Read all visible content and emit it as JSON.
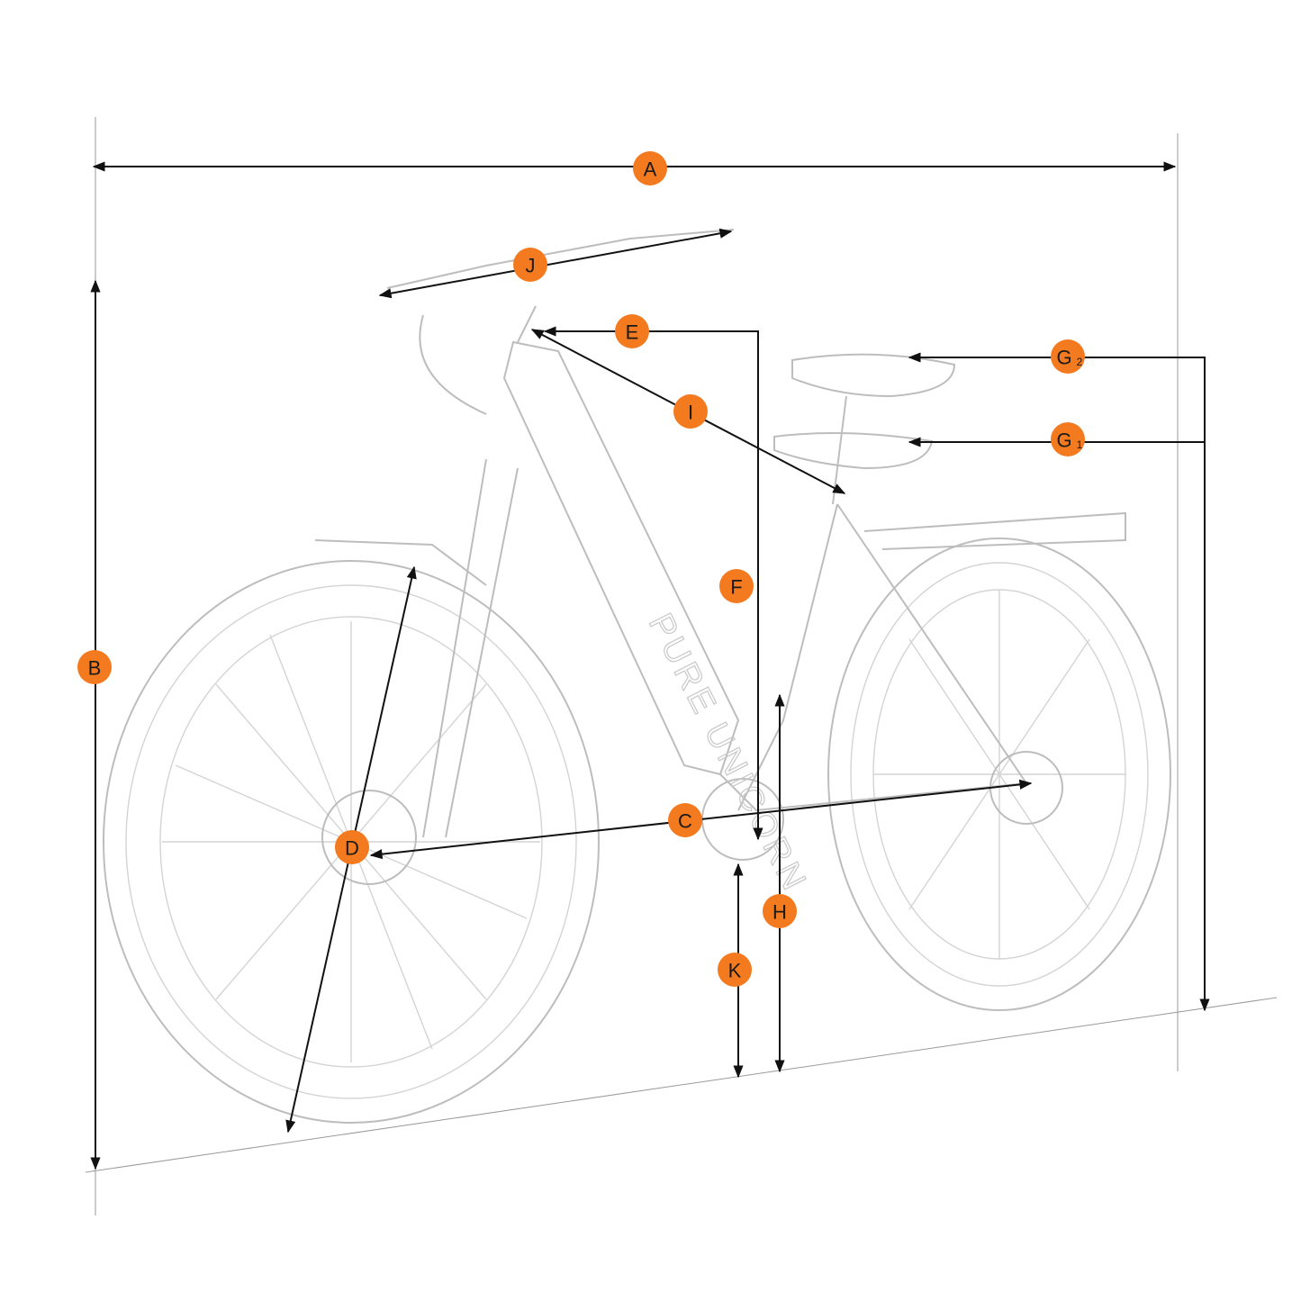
{
  "diagram": {
    "accent_color": "#f47a1f",
    "frame_text": "PURE UNICORN",
    "labels": {
      "A": "A",
      "B": "B",
      "C": "C",
      "D": "D",
      "E": "E",
      "F": "F",
      "G1": "G",
      "G1_sub": "1",
      "G2": "G",
      "G2_sub": "2",
      "H": "H",
      "I": "I",
      "J": "J",
      "K": "K"
    }
  }
}
